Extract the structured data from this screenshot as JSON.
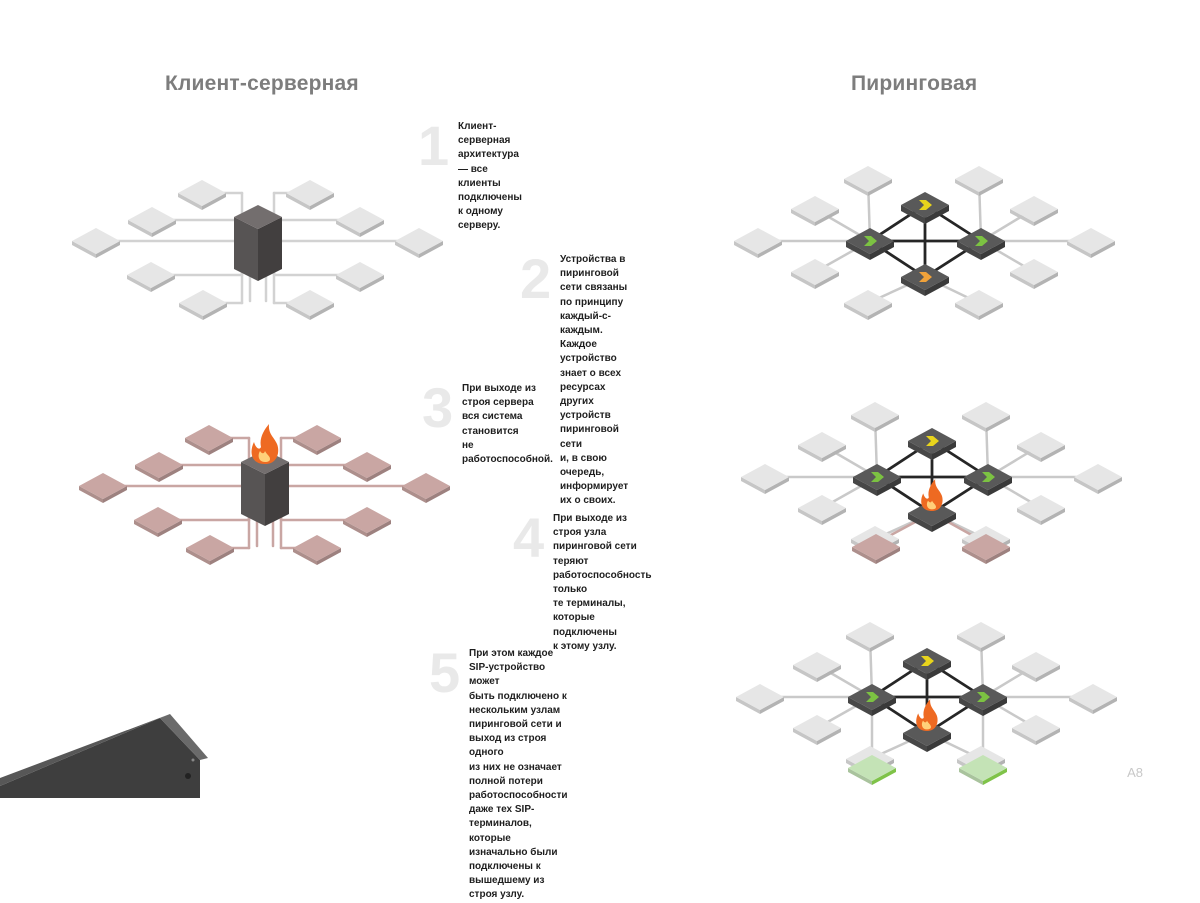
{
  "headings": {
    "client_server": "Клиент-серверная",
    "peer_to_peer": "Пиринговая"
  },
  "steps": [
    {
      "num": "1",
      "text": "Клиент-серверная архитектура\n— все клиенты подключены\nк одному серверу."
    },
    {
      "num": "2",
      "text": "Устройства в пиринговой\nсети связаны по принципу\nкаждый-с-каждым. Каждое\nустройство знает о всех ресурсах\nдругих устройств пиринговой сети\nи, в свою очередь, информирует\nих о своих."
    },
    {
      "num": "3",
      "text": "При выходе из строя сервера\nвся система становится\nне работоспособной."
    },
    {
      "num": "4",
      "text": "При выходе из строя узла\nпиринговой сети теряют\nработоспособность только\nте терминалы, которые подключены\nк этому узлу."
    },
    {
      "num": "5",
      "text": "При этом каждое SIP-устройство может\nбыть подключено к нескольким узлам\nпиринговой сети и выход из строя одного\nиз них не означает полной потери\nработоспособности даже тех SIP-\nтерминалов, которые изначально были\nподключены к вышедшему из строя узлу."
    }
  ],
  "page_number": "A8",
  "colors": {
    "terminal": "#e6e6e6",
    "terminal_failed": "#c9a6a3",
    "terminal_ok": "#c4e3b6",
    "terminal_ok_edge": "#7fc349",
    "server": "#5c5858",
    "node": "#595959",
    "arrow_green": "#7cc242",
    "arrow_yellow": "#e8d41c",
    "arrow_orange": "#f0a23a",
    "fire": "#ee6a22",
    "text_heading": "#7d7d7d",
    "text_body": "#1e1e1e",
    "step_number": "#e9e9e9"
  },
  "icons": {
    "server": "server-icon",
    "fire": "fire-icon",
    "node": "peer-node-icon",
    "terminal": "terminal-icon"
  }
}
